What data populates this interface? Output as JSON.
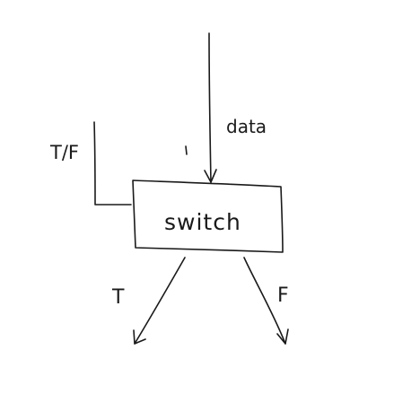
{
  "diagram": {
    "node": {
      "label": "switch"
    },
    "inputs": {
      "data": {
        "label": "data"
      },
      "condition": {
        "label": "T/F"
      }
    },
    "outputs": {
      "true": {
        "label": "T"
      },
      "false": {
        "label": "F"
      }
    },
    "colors": {
      "ink": "#1a1a1a",
      "background": "#ffffff"
    }
  }
}
